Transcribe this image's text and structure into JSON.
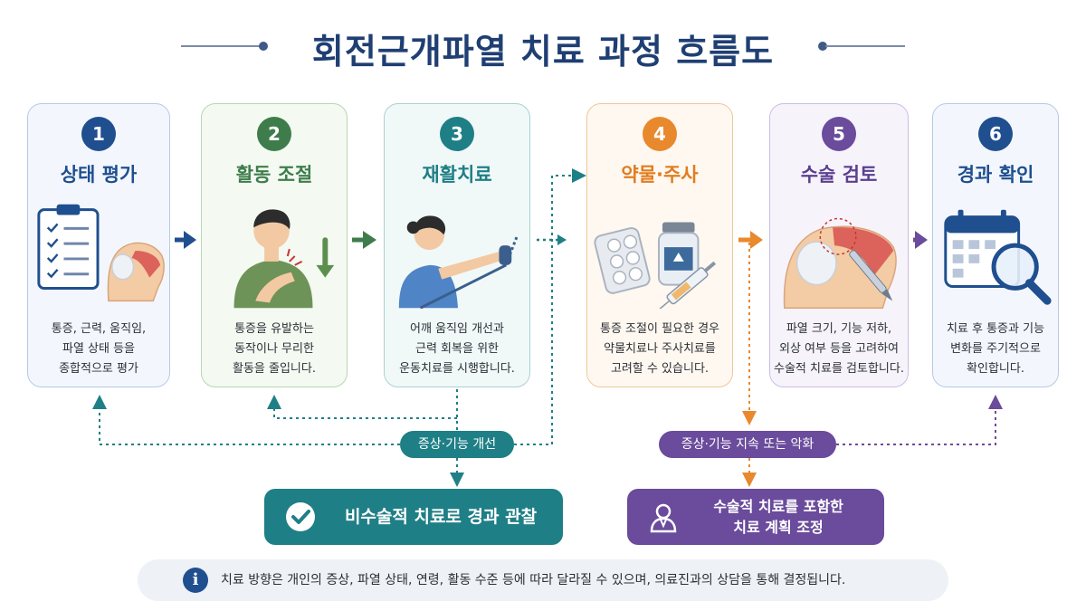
{
  "title": "회전근개파열 치료 과정 흐름도",
  "steps": [
    {
      "num": "1",
      "title": "상태 평가",
      "desc": "통증, 근력, 움직임,\n파열 상태 등을\n종합적으로 평가",
      "color": "#1f4f8f"
    },
    {
      "num": "2",
      "title": "활동 조절",
      "desc": "통증을 유발하는\n동작이나 무리한\n활동을 줄입니다.",
      "color": "#3e7d4b"
    },
    {
      "num": "3",
      "title": "재활치료",
      "desc": "어깨 움직임 개선과\n근력 회복을 위한\n운동치료를 시행합니다.",
      "color": "#1f7f86"
    },
    {
      "num": "4",
      "title": "약물·주사",
      "desc": "통증 조절이 필요한 경우\n약물치료나 주사치료를\n고려할 수 있습니다.",
      "color": "#e8892d"
    },
    {
      "num": "5",
      "title": "수술 검토",
      "desc": "파열 크기, 기능 저하,\n외상 여부 등을 고려하여\n수술적 치료를 검토합니다.",
      "color": "#6a4b9c"
    },
    {
      "num": "6",
      "title": "경과 확인",
      "desc": "치료 후 통증과 기능\n변화를 주기적으로\n확인합니다.",
      "color": "#1f4f8f"
    }
  ],
  "branches": {
    "improve": {
      "label": "증상·기능 개선",
      "outcome": "비수술적 치료로 경과 관찰",
      "color": "#1f7f86"
    },
    "worsen": {
      "label": "증상·기능 지속 또는 악화",
      "outcome": "수술적 치료를 포함한\n치료 계획 조정",
      "color": "#6a4b9c"
    }
  },
  "icons": {
    "step1": "clipboard-checklist-icon",
    "step2": "person-holding-shoulder-icon",
    "step3": "resistance-band-exercise-icon",
    "step4": "medication-syringe-icon",
    "step5": "shoulder-surgery-icon",
    "step6": "calendar-magnifier-icon",
    "improve": "check-circle-icon",
    "worsen": "doctor-icon",
    "note": "info-icon"
  },
  "note": "치료 방향은 개인의 증상, 파열 상태, 연령, 활동 수준 등에 따라 달라질 수 있으며, 의료진과의 상담을 통해 결정됩니다."
}
